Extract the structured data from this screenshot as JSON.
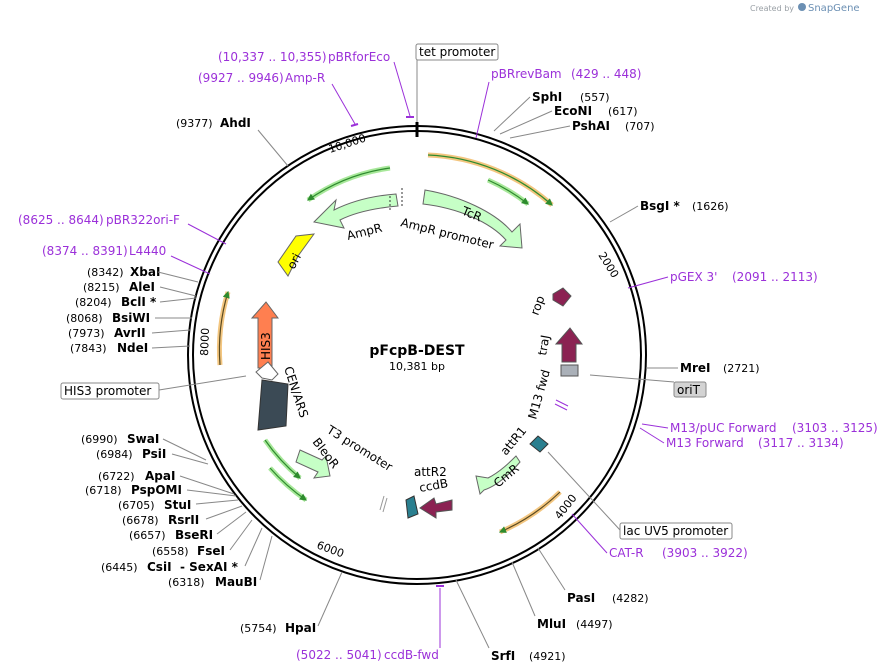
{
  "credit": {
    "prefix": "Created by",
    "brand": "SnapGene"
  },
  "plasmid": {
    "name": "pFcpB-DEST",
    "size": "10,381 bp"
  },
  "ticks": [
    "10,000",
    "2000",
    "4000",
    "6000",
    "8000"
  ],
  "colors": {
    "ori": "#ffff00",
    "his3": "#ff7f50",
    "cen": "#3b4a55",
    "rop": "#8b2252",
    "traJ": "#8b2252",
    "cmr": "#c6ffc6",
    "ccdb": "#8b2252",
    "attr": "#2a7f8f",
    "primer": "#9b30d9",
    "promoter_line": "#e8a33c",
    "green_arrow": "#2e8b2e"
  },
  "features": {
    "tcr": "TcR",
    "ampr": "AmpR",
    "ampr_promoter": "AmpR promoter",
    "ori": "ori",
    "his3": "HIS3",
    "cen_ars": "CEN/ARS",
    "t3_promoter": "T3 promoter",
    "bleor": "BleoR",
    "attr2": "attR2",
    "ccdb": "ccdB",
    "cmr": "CmR",
    "attr1": "attR1",
    "m13fwd": "M13 fwd",
    "traj": "traJ",
    "rop": "rop"
  },
  "boxed_labels": {
    "tet_promoter": "tet promoter",
    "orit": "oriT",
    "his3_promoter": "HIS3 promoter",
    "lac_uv5": "lac UV5 promoter"
  },
  "sites": [
    {
      "name": "SphI",
      "pos": "(557)"
    },
    {
      "name": "EcoNI",
      "pos": "(617)"
    },
    {
      "name": "PshAI",
      "pos": "(707)"
    },
    {
      "name": "BsgI *",
      "pos": "(1626)"
    },
    {
      "name": "MreI",
      "pos": "(2721)"
    },
    {
      "name": "PasI",
      "pos": "(4282)"
    },
    {
      "name": "MluI",
      "pos": "(4497)"
    },
    {
      "name": "SrfI",
      "pos": "(4921)"
    },
    {
      "name": "HpaI",
      "pos": "(5754)"
    },
    {
      "name": "MauBI",
      "pos": "(6318)"
    },
    {
      "name": "CsiI",
      "pos": "(6445)"
    },
    {
      "name": "- SexAI *",
      "pos": ""
    },
    {
      "name": "FseI",
      "pos": "(6558)"
    },
    {
      "name": "BseRI",
      "pos": "(6657)"
    },
    {
      "name": "RsrII",
      "pos": "(6678)"
    },
    {
      "name": "StuI",
      "pos": "(6705)"
    },
    {
      "name": "PspOMI",
      "pos": "(6718)"
    },
    {
      "name": "ApaI",
      "pos": "(6722)"
    },
    {
      "name": "PsiI",
      "pos": "(6984)"
    },
    {
      "name": "SwaI",
      "pos": "(6990)"
    },
    {
      "name": "NdeI",
      "pos": "(7843)"
    },
    {
      "name": "AvrII",
      "pos": "(7973)"
    },
    {
      "name": "BsiWI",
      "pos": "(8068)"
    },
    {
      "name": "BclI *",
      "pos": "(8204)"
    },
    {
      "name": "AleI",
      "pos": "(8215)"
    },
    {
      "name": "XbaI",
      "pos": "(8342)"
    },
    {
      "name": "AhdI",
      "pos": "(9377)"
    }
  ],
  "primers": [
    {
      "range": "(10,337 .. 10,355)",
      "name": "pBRforEco"
    },
    {
      "range": "(9927 .. 9946)",
      "name": "Amp-R"
    },
    {
      "range": "(429 .. 448)",
      "name": "pBRrevBam"
    },
    {
      "range": "(2091 .. 2113)",
      "name": "pGEX 3'"
    },
    {
      "range": "(3103 .. 3125)",
      "name": "M13/pUC Forward"
    },
    {
      "range": "(3117 .. 3134)",
      "name": "M13 Forward"
    },
    {
      "range": "(3903 .. 3922)",
      "name": "CAT-R"
    },
    {
      "range": "(5022 .. 5041)",
      "name": "ccdB-fwd"
    },
    {
      "range": "(8625 .. 8644)",
      "name": "pBR322ori-F"
    },
    {
      "range": "(8374 .. 8391)",
      "name": "L4440"
    }
  ]
}
